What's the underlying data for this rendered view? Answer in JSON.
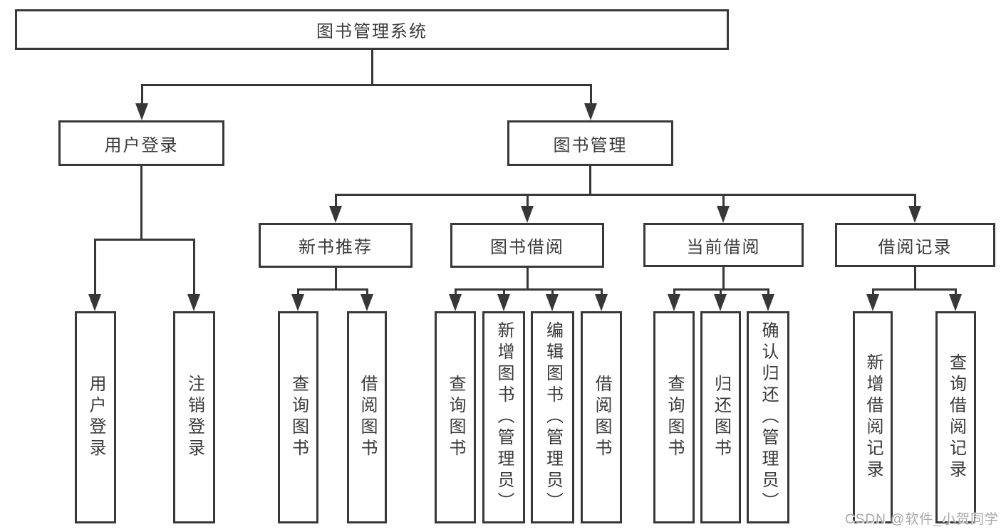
{
  "watermark": "CSDN @软件_小贺同学",
  "colors": {
    "line": "#373737",
    "border": "#383838",
    "text": "#3a3a3a",
    "watermark": "#a8a8a8",
    "background": "#ffffff"
  },
  "tree": {
    "label": "图书管理系统",
    "children": [
      {
        "label": "用户登录",
        "children": [
          {
            "label": "用户登录"
          },
          {
            "label": "注销登录"
          }
        ]
      },
      {
        "label": "图书管理",
        "children": [
          {
            "label": "新书推荐",
            "children": [
              {
                "label": "查询图书"
              },
              {
                "label": "借阅图书"
              }
            ]
          },
          {
            "label": "图书借阅",
            "children": [
              {
                "label": "查询图书"
              },
              {
                "label": "新增图书（管理员）"
              },
              {
                "label": "编辑图书（管理员）"
              },
              {
                "label": "借阅图书"
              }
            ]
          },
          {
            "label": "当前借阅",
            "children": [
              {
                "label": "查询图书"
              },
              {
                "label": "归还图书"
              },
              {
                "label": "确认归还（管理员）"
              }
            ]
          },
          {
            "label": "借阅记录",
            "children": [
              {
                "label": "新增借阅记录"
              },
              {
                "label": "查询借阅记录"
              }
            ]
          }
        ]
      }
    ]
  }
}
